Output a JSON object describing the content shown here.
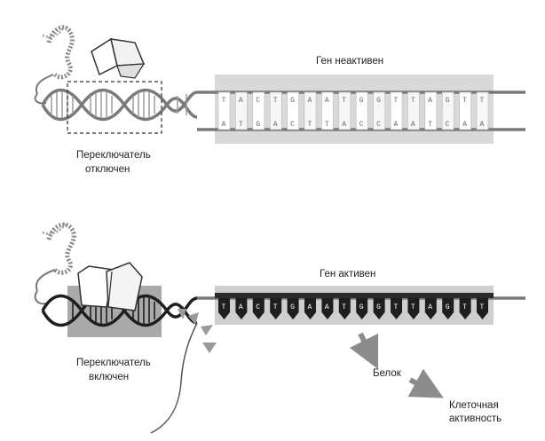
{
  "top_panel": {
    "gene_label": "Ген неактивен",
    "switch_label_line1": "Переключатель",
    "switch_label_line2": "отключен",
    "bases_upper": [
      "T",
      "A",
      "C",
      "T",
      "G",
      "A",
      "A",
      "T",
      "G",
      "G",
      "T",
      "T",
      "A",
      "G",
      "T",
      "T"
    ],
    "bases_lower": [
      "A",
      "T",
      "G",
      "A",
      "C",
      "T",
      "T",
      "A",
      "C",
      "C",
      "A",
      "A",
      "T",
      "C",
      "A",
      "A"
    ]
  },
  "bottom_panel": {
    "gene_label": "Ген активен",
    "switch_label_line1": "Переключатель",
    "switch_label_line2": "включен",
    "bases": [
      "T",
      "A",
      "C",
      "T",
      "G",
      "A",
      "A",
      "T",
      "G",
      "G",
      "T",
      "T",
      "A",
      "G",
      "T",
      "T"
    ],
    "protein_label": "Белок",
    "activity_line1": "Клеточная",
    "activity_line2": "активность"
  },
  "colors": {
    "gene_box_inactive": "#d9d9d9",
    "gene_box_active": "#cfcfcf",
    "switch_box_active": "#a9a9a9",
    "strand": "#7a7a7a",
    "dark": "#1e1e1e",
    "arrow": "#8c8c8c"
  }
}
